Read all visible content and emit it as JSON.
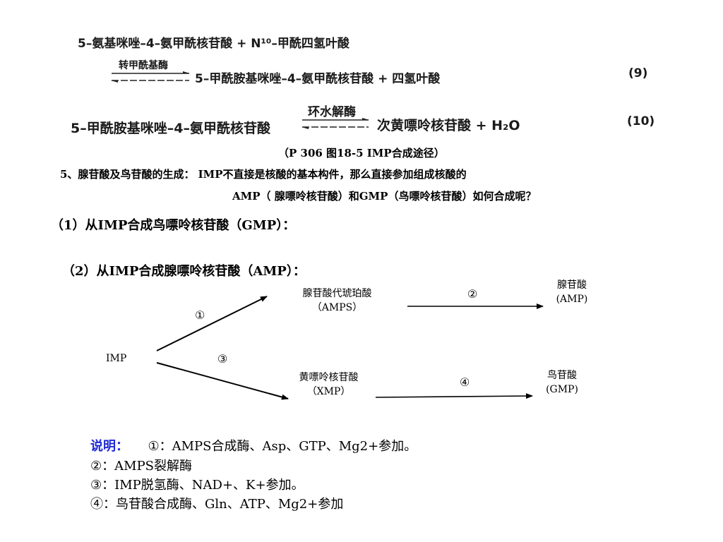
{
  "reactions": {
    "line1": "5–氨基咪唑–4–氨甲酰核苷酸 + N¹⁰–甲酰四氢叶酸",
    "enzyme9": "转甲酰基酶",
    "product9": "5–甲酰胺基咪唑–4–氨甲酰核苷酸 + 四氢叶酸",
    "num9": "(9)",
    "reactant10": "5–甲酰胺基咪唑–4–氨甲酰核苷酸",
    "enzyme10": "环水解酶",
    "product10": "次黄嘌呤核苷酸 + H₂O",
    "num10": "(10)"
  },
  "caption": "（P 306 图18-5  IMP合成途径）",
  "intro": {
    "line1": "5、腺苷酸及鸟苷酸的生成：  IMP不直接是核酸的基本构件，那么直接参加组成核酸的",
    "line2": "AMP（ 腺嘌呤核苷酸）和GMP（鸟嘌呤核苷酸）如何合成呢？"
  },
  "headings": {
    "h1": "（1）从IMP合成鸟嘌呤核苷酸（GMP）：",
    "h2": "（2）从IMP合成腺嘌呤核苷酸（AMP）："
  },
  "diagram": {
    "imp": "IMP",
    "amps_line1": "腺苷酸代琥珀酸",
    "amps_line2": "（AMPS）",
    "amp_line1": "腺苷酸",
    "amp_line2": "(AMP)",
    "xmp_line1": "黄嘌呤核苷酸",
    "xmp_line2": "（XMP）",
    "gmp_line1": "鸟苷酸",
    "gmp_line2": "(GMP)",
    "step1": "①",
    "step2": "②",
    "step3": "③",
    "step4": "④"
  },
  "notes": {
    "label": "说明：",
    "n1": "①：AMPS合成酶、Asp、GTP、Mg2+参加。",
    "n2": "②：AMPS裂解酶",
    "n3": "③：IMP脱氢酶、NAD+、K+参加。",
    "n4": "④：鸟苷酸合成酶、Gln、ATP、Mg2+参加"
  },
  "colors": {
    "note_label": "#1f2bd6",
    "text": "#000000"
  }
}
